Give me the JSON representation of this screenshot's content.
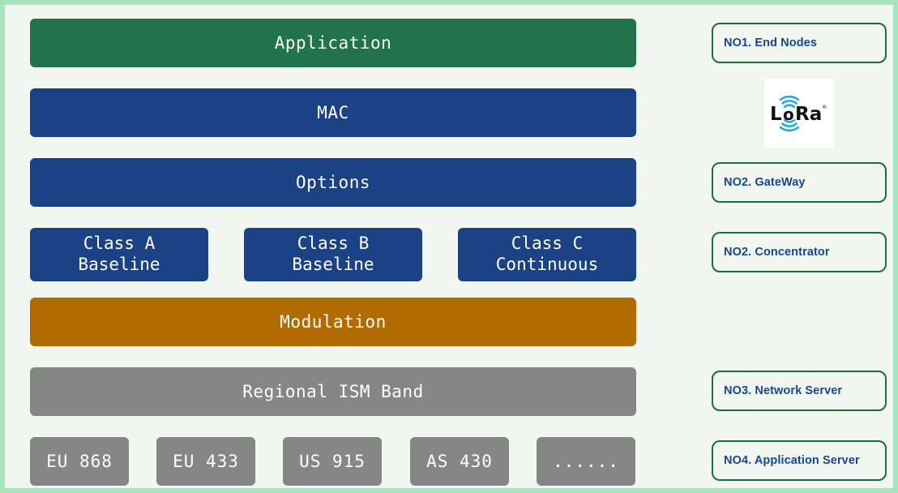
{
  "diagram": {
    "title": "LoRaWAN protocol stack and network roles",
    "colors": {
      "frame": "#a6e3bf",
      "panel": "#f1f6f0",
      "green": "#22724c",
      "blue": "#1a4285",
      "orange": "#b26b00",
      "gray": "#868686",
      "role_border": "#1d6b42",
      "role_text": "#16478f",
      "lora_wave": "#22a8e0"
    }
  },
  "stack": {
    "application": {
      "label": "Application",
      "color": "green"
    },
    "mac": {
      "label": "MAC",
      "color": "blue"
    },
    "options": {
      "label": "Options",
      "color": "blue"
    },
    "classes": [
      {
        "line1": "Class A",
        "line2": "Baseline",
        "color": "blue"
      },
      {
        "line1": "Class B",
        "line2": "Baseline",
        "color": "blue"
      },
      {
        "line1": "Class C",
        "line2": "Continuous",
        "color": "blue"
      }
    ],
    "modulation": {
      "label": "Modulation",
      "color": "orange"
    },
    "regional_ism_band": {
      "label": "Regional ISM Band",
      "color": "gray"
    },
    "bands": [
      {
        "label": "EU 868"
      },
      {
        "label": "EU 433"
      },
      {
        "label": "US 915"
      },
      {
        "label": "AS 430"
      },
      {
        "label": "......"
      }
    ]
  },
  "roles": [
    {
      "label": "NO1. End Nodes"
    },
    {
      "label": "NO2. GateWay"
    },
    {
      "label": "NO2. Concentrator"
    },
    {
      "label": "NO3. Network Server"
    },
    {
      "label": "NO4. Application Server"
    }
  ],
  "logo": {
    "name": "lora-logo",
    "text_left": "L",
    "text_o": "o",
    "text_right": "Ra",
    "trademark": "®"
  }
}
